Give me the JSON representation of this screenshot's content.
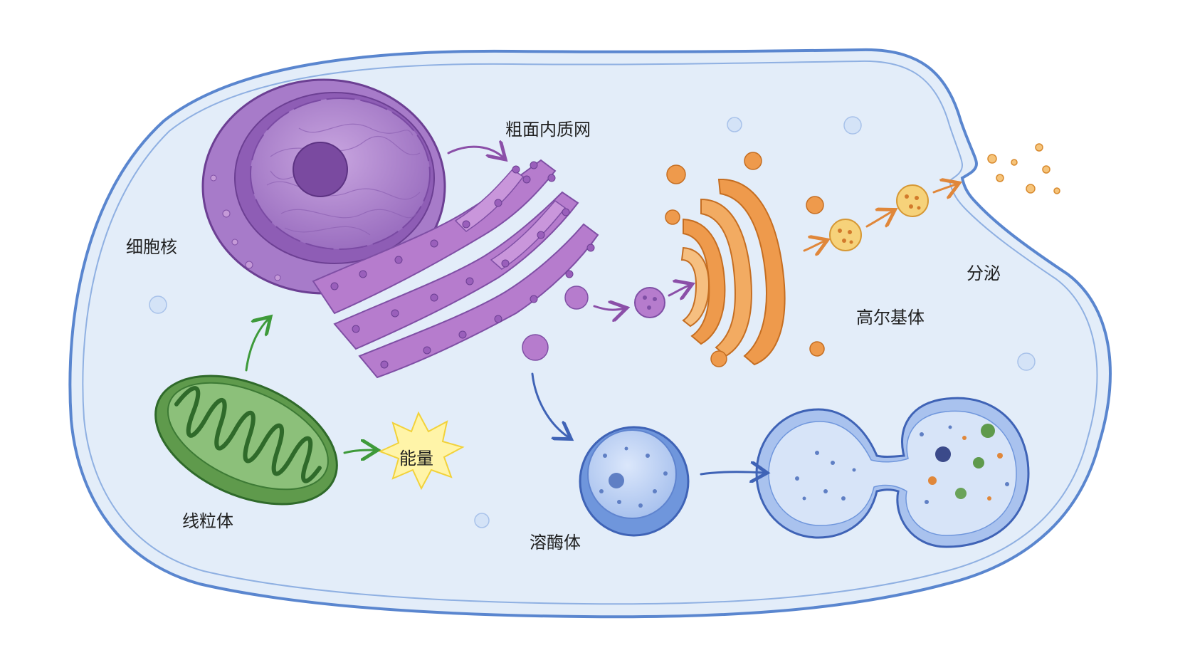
{
  "labels": {
    "nucleus": "细胞核",
    "rough_er": "粗面内质网",
    "golgi": "高尔基体",
    "secretion": "分泌",
    "mitochondrion": "线粒体",
    "energy": "能量",
    "lysosome": "溶酶体"
  },
  "colors": {
    "cytoplasm": "#e3edf9",
    "membrane": "#5a86cf",
    "nucleus": "#a77bc9",
    "er": "#b67ccd",
    "golgi": "#ee9a4c",
    "mitochondrion": "#5f9a4c",
    "lysosome": "#6f96dc",
    "energy": "#fff4a8"
  }
}
